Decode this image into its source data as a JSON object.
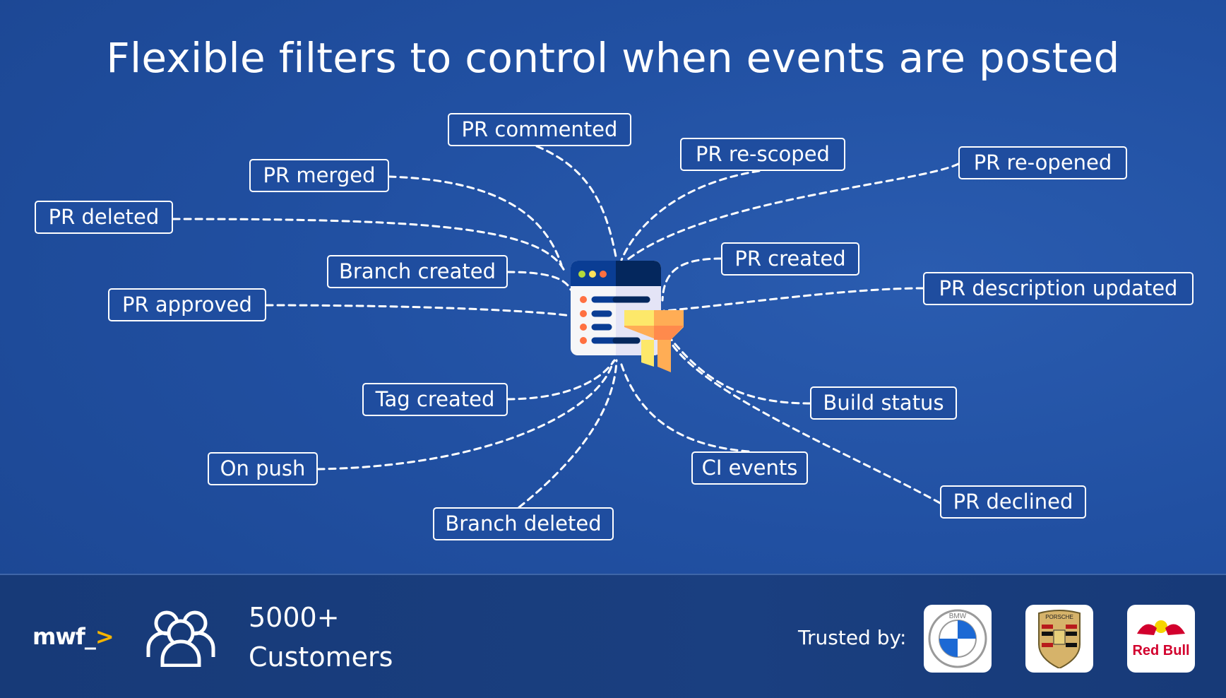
{
  "title": "Flexible filters to control when events are posted",
  "events": {
    "pr_commented": "PR commented",
    "pr_rescoped": "PR re-scoped",
    "pr_reopened": "PR re-opened",
    "pr_merged": "PR merged",
    "pr_deleted": "PR deleted",
    "branch_created": "Branch created",
    "pr_created": "PR created",
    "pr_description_updated": "PR description updated",
    "pr_approved": "PR approved",
    "tag_created": "Tag created",
    "build_status": "Build status",
    "on_push": "On push",
    "ci_events": "CI events",
    "pr_declined": "PR declined",
    "branch_deleted": "Branch deleted"
  },
  "footer": {
    "logo_text": "mwf_",
    "logo_symbol": ">",
    "customers_count": "5000+",
    "customers_label": "Customers",
    "trusted_label": "Trusted by:",
    "brands": [
      "BMW",
      "PORSCHE",
      "Red Bull"
    ]
  },
  "colors": {
    "accent": "#f5b400",
    "background": "#2150a2",
    "footer": "#173a78"
  }
}
